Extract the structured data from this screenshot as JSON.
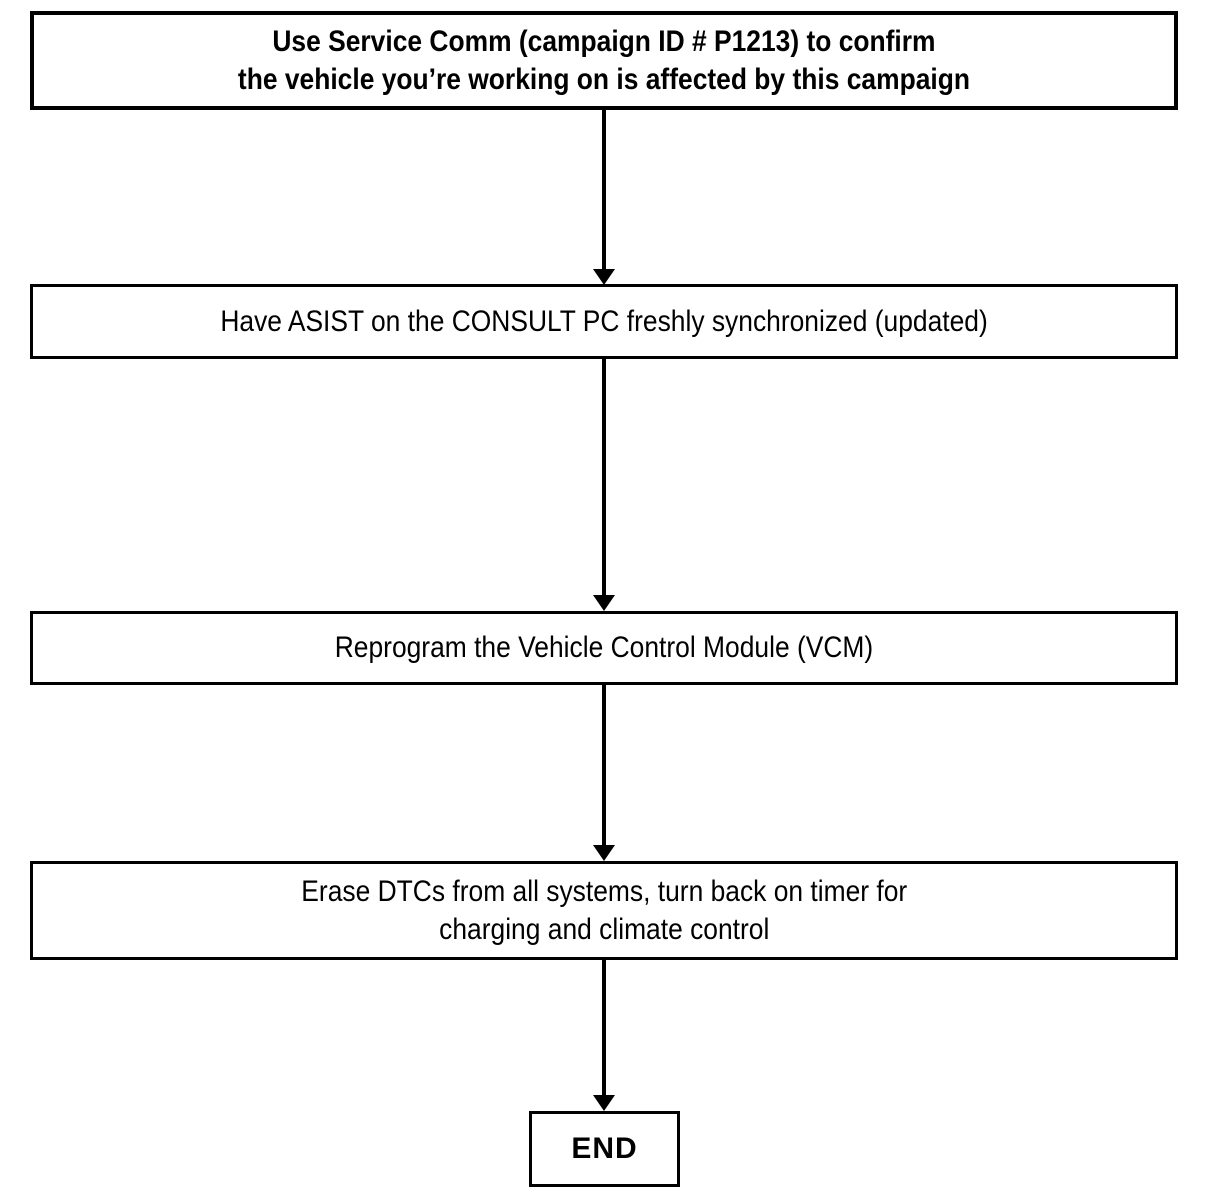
{
  "page": {
    "background_color": "#ffffff",
    "ink_color": "#000000"
  },
  "flowchart": {
    "steps": [
      {
        "id": "step-1",
        "emphasis": "bold",
        "text": "Use Service Comm (campaign ID # P1213) to confirm\nthe vehicle you’re working on is affected by this campaign"
      },
      {
        "id": "step-2",
        "emphasis": "regular",
        "text": "Have ASIST on the CONSULT PC freshly synchronized (updated)"
      },
      {
        "id": "step-3",
        "emphasis": "regular",
        "text": "Reprogram the Vehicle Control Module (VCM)"
      },
      {
        "id": "step-4",
        "emphasis": "regular",
        "text": "Erase DTCs from all systems, turn back on timer for\ncharging and climate control"
      },
      {
        "id": "end",
        "emphasis": "bold",
        "text": "END"
      }
    ],
    "connectors": [
      {
        "from": "step-1",
        "to": "step-2",
        "direction": "down"
      },
      {
        "from": "step-2",
        "to": "step-3",
        "direction": "down"
      },
      {
        "from": "step-3",
        "to": "step-4",
        "direction": "down"
      },
      {
        "from": "step-4",
        "to": "end",
        "direction": "down"
      }
    ]
  }
}
